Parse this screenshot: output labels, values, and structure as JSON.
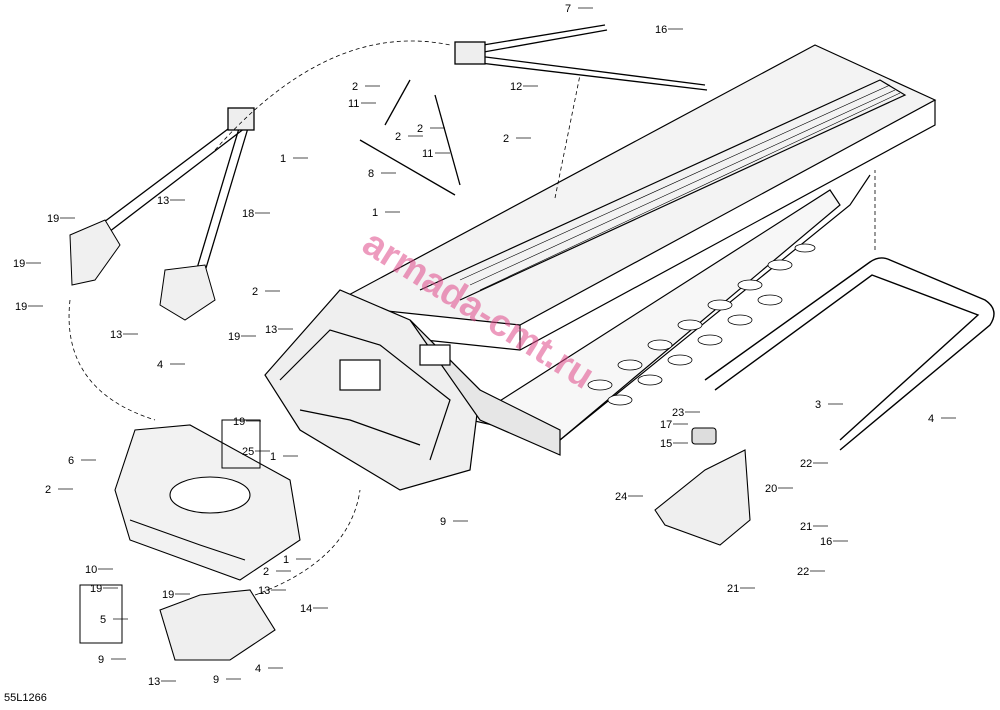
{
  "diagram_ref": "55L1266",
  "watermark": "armada-cmt.ru",
  "callouts": [
    {
      "label": "7"
    },
    {
      "label": "16"
    },
    {
      "label": "2"
    },
    {
      "label": "12"
    },
    {
      "label": "11"
    },
    {
      "label": "2"
    },
    {
      "label": "2"
    },
    {
      "label": "2"
    },
    {
      "label": "1"
    },
    {
      "label": "11"
    },
    {
      "label": "8"
    },
    {
      "label": "18"
    },
    {
      "label": "1"
    },
    {
      "label": "13"
    },
    {
      "label": "19"
    },
    {
      "label": "19"
    },
    {
      "label": "13"
    },
    {
      "label": "19"
    },
    {
      "label": "19"
    },
    {
      "label": "4"
    },
    {
      "label": "2"
    },
    {
      "label": "13"
    },
    {
      "label": "19"
    },
    {
      "label": "25"
    },
    {
      "label": "1"
    },
    {
      "label": "6"
    },
    {
      "label": "2"
    },
    {
      "label": "10"
    },
    {
      "label": "9"
    },
    {
      "label": "2"
    },
    {
      "label": "1"
    },
    {
      "label": "13"
    },
    {
      "label": "19"
    },
    {
      "label": "5"
    },
    {
      "label": "19"
    },
    {
      "label": "14"
    },
    {
      "label": "9"
    },
    {
      "label": "13"
    },
    {
      "label": "9"
    },
    {
      "label": "4"
    },
    {
      "label": "24"
    },
    {
      "label": "17"
    },
    {
      "label": "23"
    },
    {
      "label": "15"
    },
    {
      "label": "20"
    },
    {
      "label": "3"
    },
    {
      "label": "4"
    },
    {
      "label": "22"
    },
    {
      "label": "21"
    },
    {
      "label": "16"
    },
    {
      "label": "22"
    },
    {
      "label": "21"
    }
  ]
}
